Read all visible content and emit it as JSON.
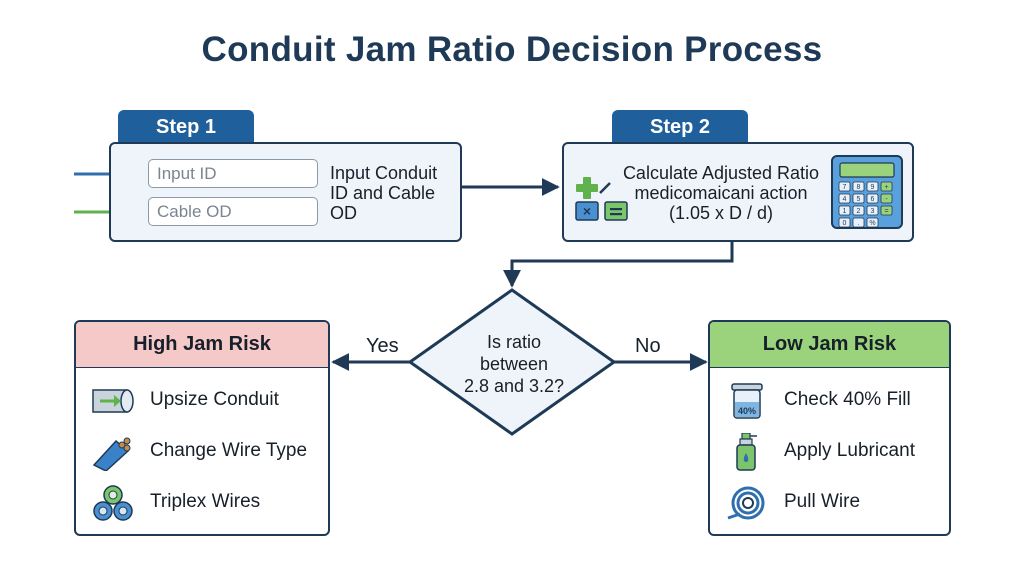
{
  "title": "Conduit Jam Ratio Decision Process",
  "step1": {
    "tab": "Step 1",
    "input_id_placeholder": "Input ID",
    "cable_od_placeholder": "Cable OD",
    "text_lines": [
      "Input Conduit",
      "ID and Cable",
      "OD"
    ]
  },
  "step2": {
    "tab": "Step 2",
    "text_lines": [
      "Calculate Adjusted Ratio",
      "medicomaicani action",
      "(1.05 x D / d)"
    ]
  },
  "decision": {
    "lines": [
      "Is ratio",
      "between",
      "2.8 and 3.2?"
    ],
    "yes": "Yes",
    "no": "No"
  },
  "high_risk": {
    "title": "High Jam Risk",
    "items": [
      {
        "label": "Upsize Conduit",
        "icon": "conduit-pipe-icon"
      },
      {
        "label": "Change Wire Type",
        "icon": "wire-cable-icon"
      },
      {
        "label": "Triplex Wires",
        "icon": "triplex-wires-icon"
      }
    ]
  },
  "low_risk": {
    "title": "Low Jam Risk",
    "items": [
      {
        "label": "Check 40% Fill",
        "icon": "fill-container-icon"
      },
      {
        "label": "Apply Lubricant",
        "icon": "lubricant-bottle-icon"
      },
      {
        "label": "Pull Wire",
        "icon": "wire-coil-icon"
      }
    ]
  },
  "icon_text": {
    "fill_percent": "40%",
    "calc_keys": [
      "7",
      "8",
      "9",
      "+",
      "4",
      "5",
      "6",
      "-",
      "1",
      "2",
      "3",
      "=",
      "0",
      ".",
      "%"
    ]
  },
  "colors": {
    "title": "#1e3a56",
    "tab": "#1f5f9c",
    "high_header": "#f5c9c7",
    "low_header": "#9ad37c",
    "arrow": "#1e3a56",
    "input_arrow_blue": "#2f6fb0",
    "input_arrow_green": "#5fb24c"
  }
}
